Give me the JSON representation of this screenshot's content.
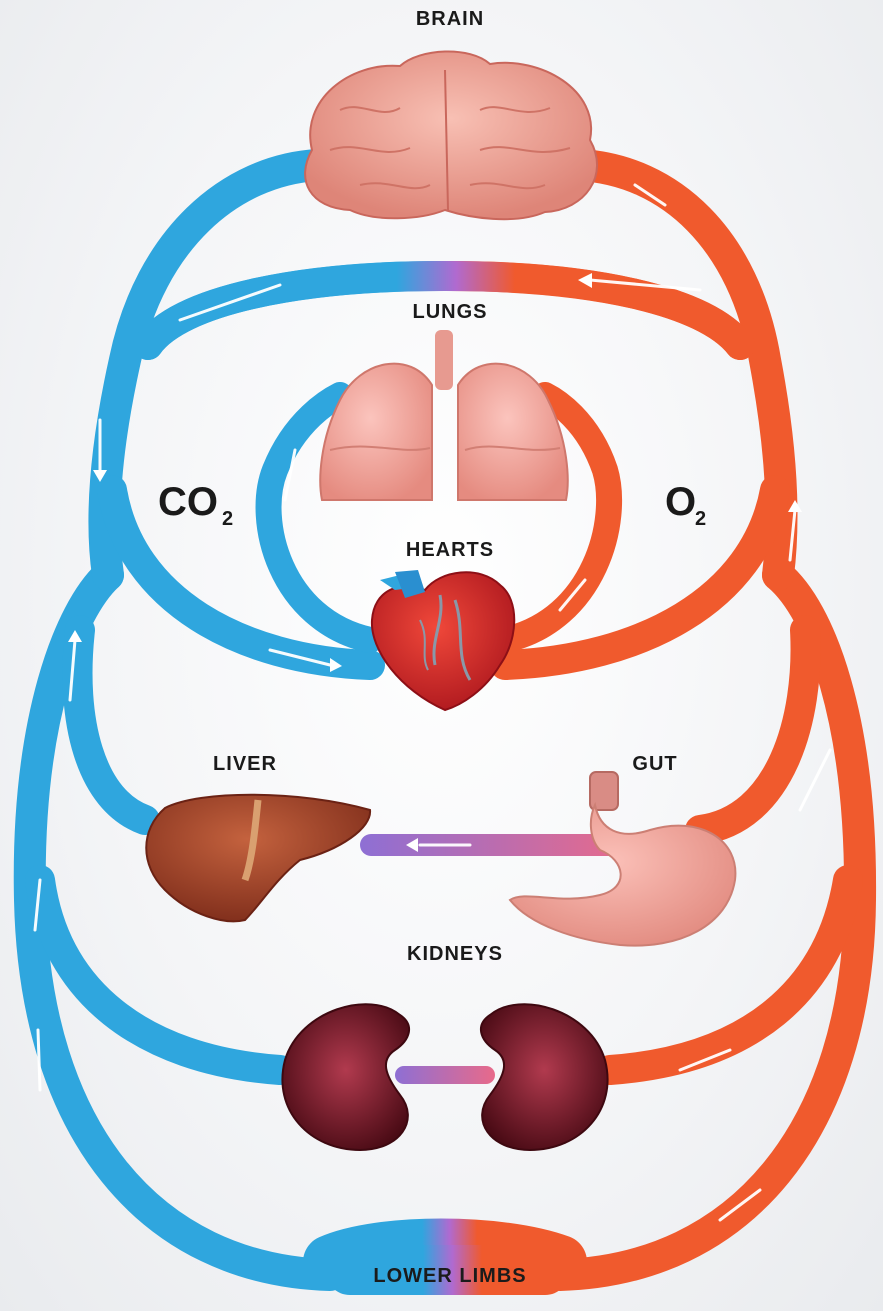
{
  "labels": {
    "brain": "BRAIN",
    "lungs": "LUNGS",
    "heart": "HEARTS",
    "liver": "LIVER",
    "gut": "GUT",
    "kidneys": "KIDNEYS",
    "lower_limbs": "LOWER LIMBS",
    "co2_base": "CO",
    "co2_sub": "2",
    "o2_base": "O",
    "o2_sub": "2"
  },
  "colors": {
    "deoxygenated": "#2fa6de",
    "oxygenated": "#f05a2d",
    "mixed": "#b06ad0",
    "brain": "#f2a496",
    "lungs": "#f3a69c",
    "heart": "#d8262a",
    "liver": "#a9452a",
    "gut": "#f2a19a",
    "kidney": "#6e1320"
  }
}
